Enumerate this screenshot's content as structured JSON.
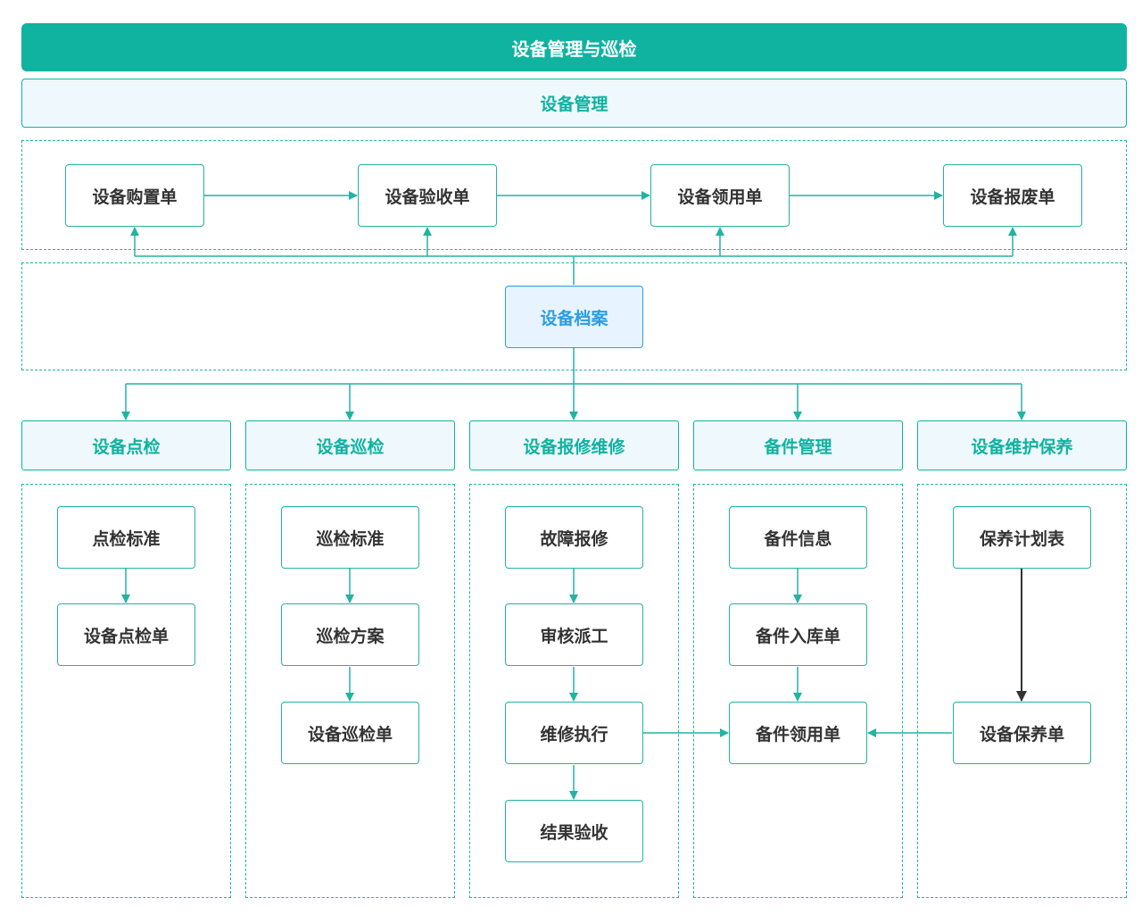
{
  "title": "设备管理与巡检",
  "section": "设备管理",
  "lifecycle": {
    "purchase": "设备购置单",
    "acceptance": "设备验收单",
    "issue": "设备领用单",
    "scrap": "设备报废单"
  },
  "archive": "设备档案",
  "modules": {
    "spot_check": {
      "header": "设备点检",
      "steps": [
        "点检标准",
        "设备点检单"
      ]
    },
    "patrol": {
      "header": "设备巡检",
      "steps": [
        "巡检标准",
        "巡检方案",
        "设备巡检单"
      ]
    },
    "repair": {
      "header": "设备报修维修",
      "steps": [
        "故障报修",
        "审核派工",
        "维修执行",
        "结果验收"
      ]
    },
    "spare_parts": {
      "header": "备件管理",
      "steps": [
        "备件信息",
        "备件入库单",
        "备件领用单"
      ]
    },
    "maintenance": {
      "header": "设备维护保养",
      "steps": [
        "保养计划表",
        "设备保养单"
      ]
    }
  },
  "colors": {
    "accent": "#0fb3a0",
    "line": "#22b3a2",
    "archive": "#2c9de0",
    "dark_arrow": "#333333"
  }
}
